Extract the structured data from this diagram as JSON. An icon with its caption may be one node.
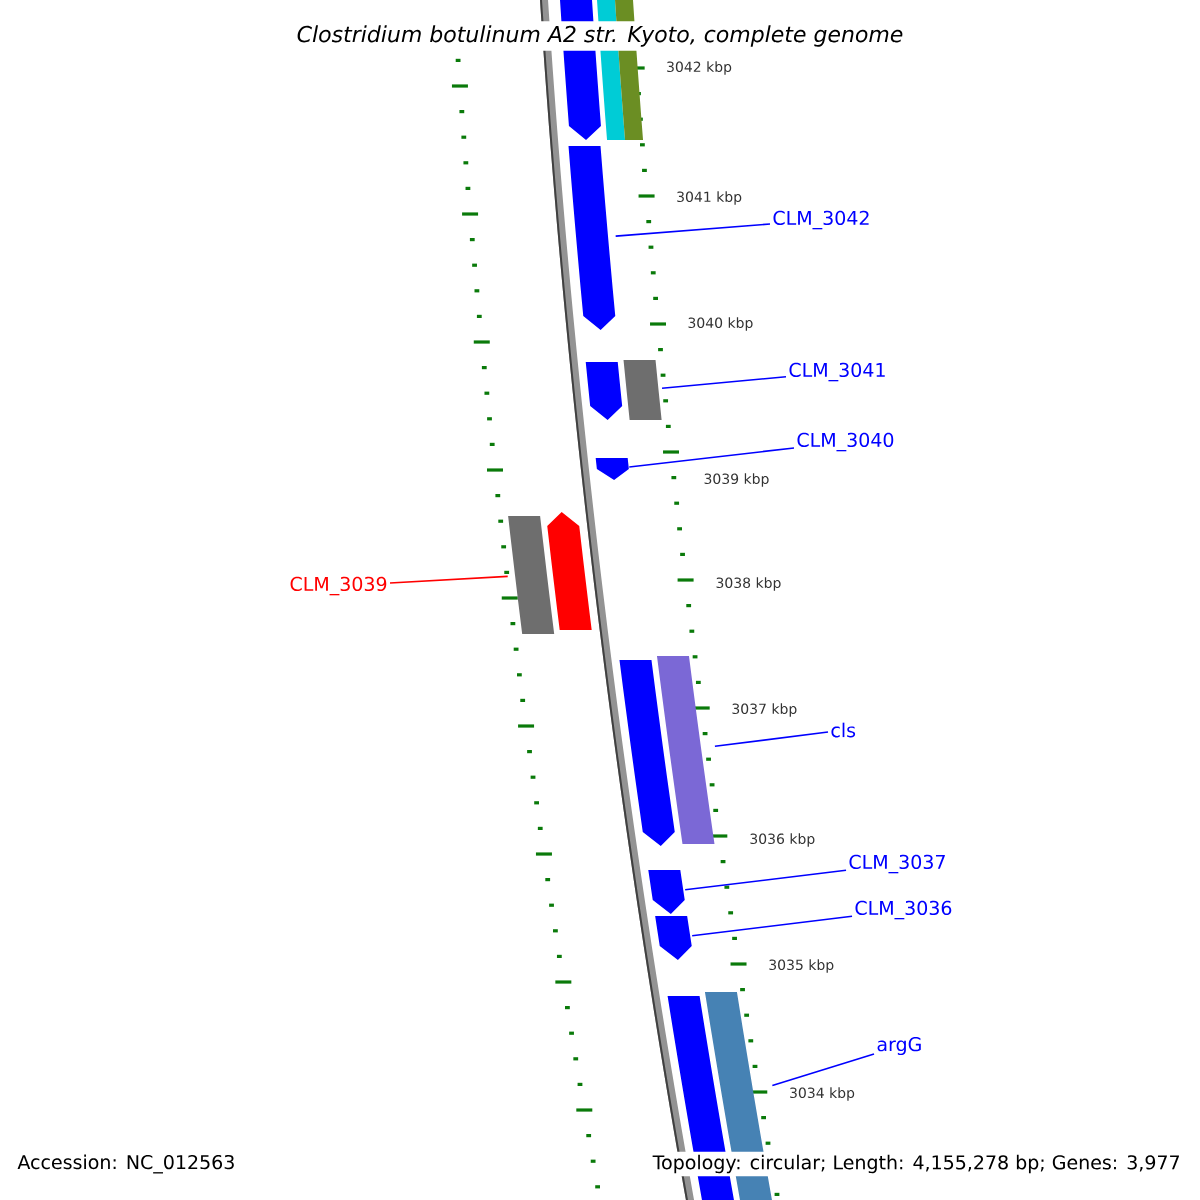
{
  "diagram": {
    "title": "Clostridium botulinum A2 str. Kyoto, complete genome",
    "nodes": [
      {
        "text": [],
        "shape": "arrow"
      },
      {
        "text": [],
        "shape": "bar"
      },
      {
        "text": [],
        "shape": "bar"
      },
      {
        "text": [
          "CLM_3042"
        ]
      },
      {
        "text": [],
        "shape": "arrow"
      },
      {
        "text": [
          "CLM_3041"
        ]
      },
      {
        "text": [],
        "shape": "arrow"
      },
      {
        "text": [],
        "shape": "bar"
      },
      {
        "text": [
          "CLM_3040"
        ]
      },
      {
        "text": [],
        "shape": "arrow"
      },
      {
        "text": [
          "CLM_3039"
        ]
      },
      {
        "text": [],
        "shape": "bar"
      },
      {
        "text": [],
        "shape": "arrow"
      },
      {
        "text": [],
        "shape": "arrow"
      },
      {
        "text": [],
        "shape": "bar"
      },
      {
        "text": [
          "cls"
        ]
      },
      {
        "text": [
          "CLM_3037"
        ]
      },
      {
        "text": [],
        "shape": "arrow"
      },
      {
        "text": [
          "CLM_3036"
        ]
      },
      {
        "text": [],
        "shape": "arrow"
      },
      {
        "text": [],
        "shape": "bar"
      },
      {
        "text": [],
        "shape": "bar"
      },
      {
        "text": [
          "argG"
        ]
      }
    ],
    "edges": [
      {
        "from": 3,
        "to": 4,
        "arrow": "none"
      },
      {
        "from": 5,
        "to": 7,
        "arrow": "none"
      },
      {
        "from": 8,
        "to": 9,
        "arrow": "none"
      },
      {
        "from": 10,
        "to": 11,
        "arrow": "none",
        "color": "#ff0000"
      },
      {
        "from": 15,
        "to": 14,
        "arrow": "none"
      },
      {
        "from": 16,
        "to": 17,
        "arrow": "none"
      },
      {
        "from": 18,
        "to": 19,
        "arrow": "none"
      },
      {
        "from": 22,
        "to": 21,
        "arrow": "none"
      }
    ],
    "labels": [
      "3042 kbp",
      "3041 kbp",
      "3040 kbp",
      "3039 kbp",
      "3038 kbp",
      "3037 kbp",
      "3036 kbp",
      "3035 kbp",
      "3034 kbp",
      "Accession: NC_012563",
      "Topology: circular; Length: 4,155,278 bp; Genes: 3,977"
    ]
  }
}
